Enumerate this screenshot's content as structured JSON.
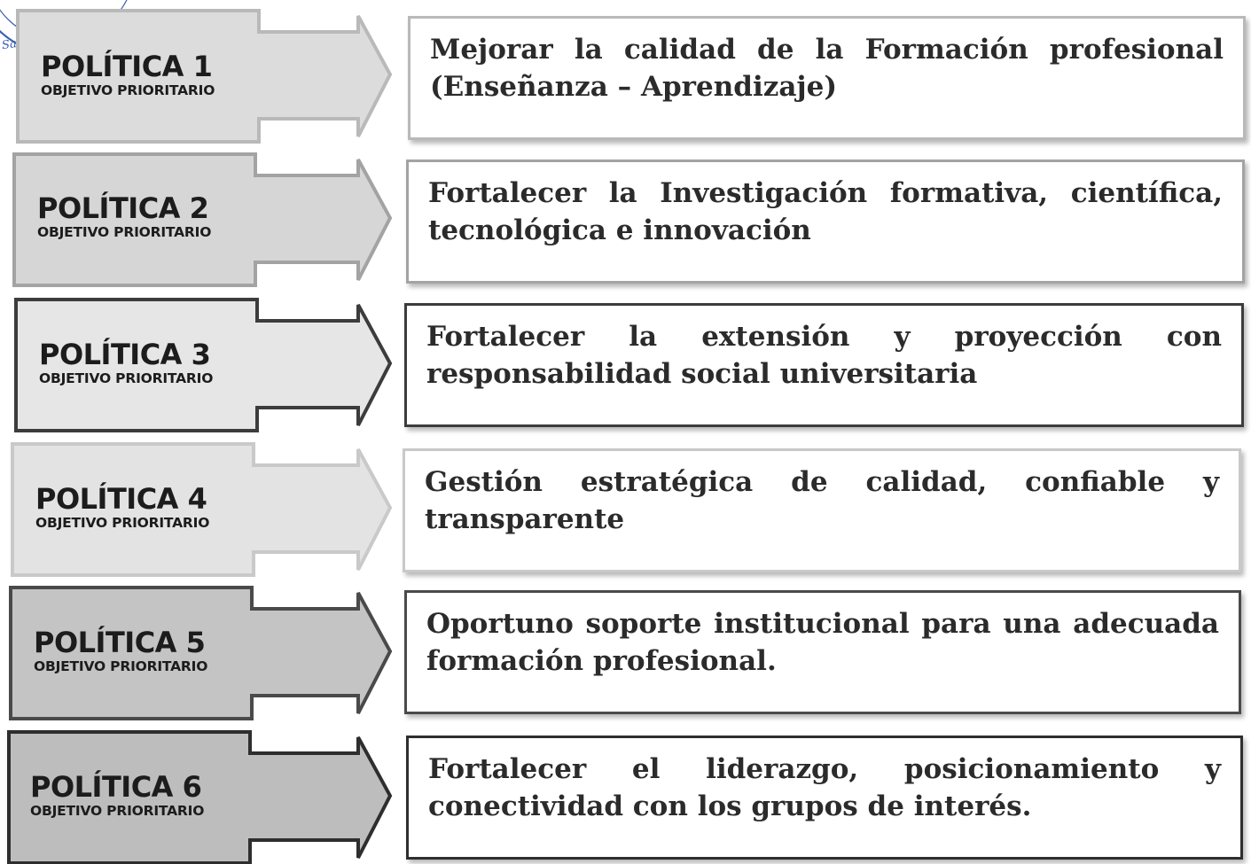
{
  "stamp": {
    "text": "Santa María",
    "color": "#3a5fb0"
  },
  "politicas": [
    {
      "title": "POLÍTICA 1",
      "subtitle": "OBJETIVO PRIORITARIO",
      "objective": "Mejorar la calidad de la Formación profesional (Enseñanza – Aprendizaje)",
      "arrow_fill": "#dcdcdc",
      "border_color": "#b9b9b9"
    },
    {
      "title": "POLÍTICA 2",
      "subtitle": "OBJETIVO PRIORITARIO",
      "objective": "Fortalecer la Investigación formativa, científica, tecnológica e innovación",
      "arrow_fill": "#d6d6d6",
      "border_color": "#a3a3a3"
    },
    {
      "title": "POLÍTICA 3",
      "subtitle": "OBJETIVO PRIORITARIO",
      "objective": "Fortalecer la extensión y proyección con responsabilidad social universitaria",
      "arrow_fill": "#e6e6e6",
      "border_color": "#3c3c3c"
    },
    {
      "title": "POLÍTICA 4",
      "subtitle": "OBJETIVO PRIORITARIO",
      "objective": "Gestión estratégica de calidad, confiable y transparente",
      "arrow_fill": "#e3e3e3",
      "border_color": "#c9c9c9"
    },
    {
      "title": "POLÍTICA 5",
      "subtitle": "OBJETIVO PRIORITARIO",
      "objective": "Oportuno soporte institucional para una adecuada formación profesional.",
      "arrow_fill": "#c4c4c4",
      "border_color": "#4a4a4a"
    },
    {
      "title": "POLÍTICA 6",
      "subtitle": "OBJETIVO PRIORITARIO",
      "objective": "Fortalecer el liderazgo, posicionamiento y conectividad con los grupos de interés.",
      "arrow_fill": "#bdbdbd",
      "border_color": "#2e2e2e"
    }
  ]
}
